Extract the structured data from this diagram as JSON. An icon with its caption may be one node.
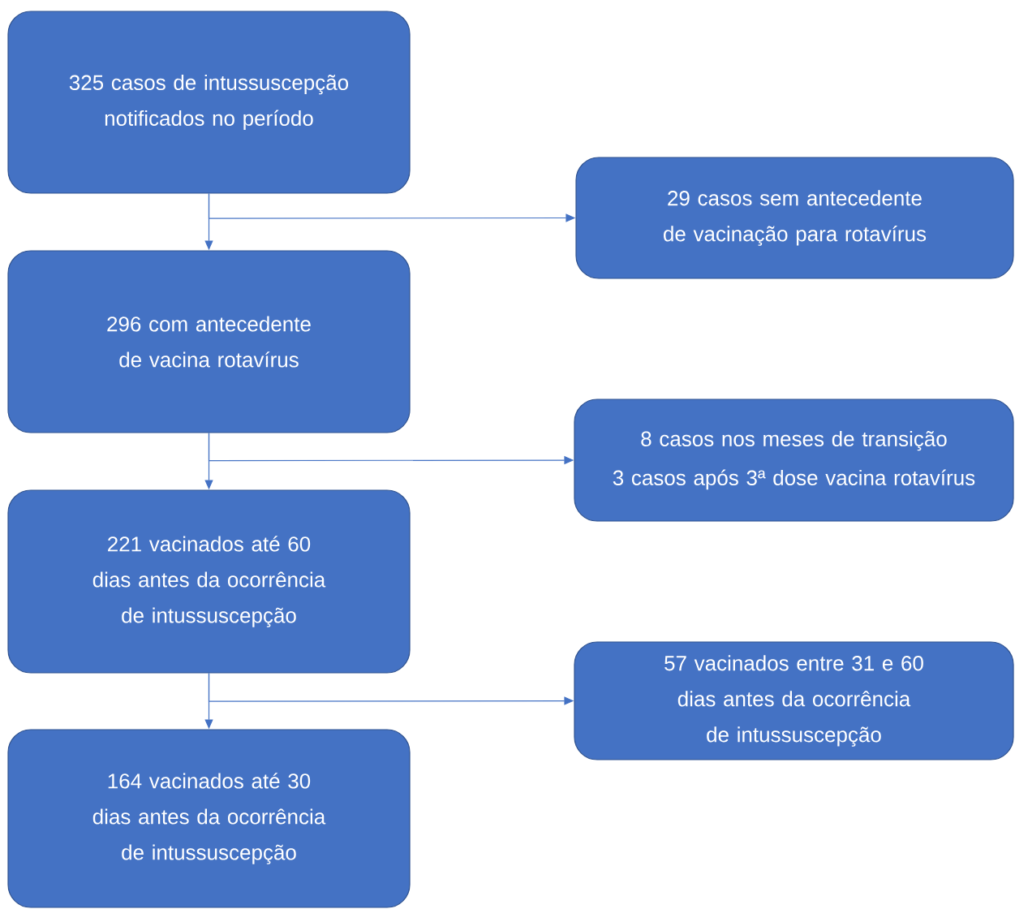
{
  "diagram": {
    "nodes": [
      {
        "text": [
          "325 casos de intussuscepção notificados no período"
        ]
      },
      {
        "text": [
          "29 casos sem antecedente de vacinação para rotavírus"
        ]
      },
      {
        "text": [
          "296 com antecedente de vacina rotavírus"
        ]
      },
      {
        "text": [
          "8 casos nos meses de transição",
          "3 casos após 3ª dose vacina rotavírus"
        ]
      },
      {
        "text": [
          "221 vacinados até 60 dias antes da ocorrência de intussuscepção"
        ]
      },
      {
        "text": [
          "57 vacinados entre 31 e 60 dias antes da ocorrência de intussuscepção"
        ]
      },
      {
        "text": [
          "164 vacinados até 30 dias antes da ocorrência de intussuscepção"
        ]
      }
    ],
    "edges": [
      {
        "from": 0,
        "to": 2,
        "arrow": "to"
      },
      {
        "from": 0,
        "to": 1,
        "arrow": "to"
      },
      {
        "from": 2,
        "to": 4,
        "arrow": "to"
      },
      {
        "from": 2,
        "to": 3,
        "arrow": "to"
      },
      {
        "from": 4,
        "to": 6,
        "arrow": "to"
      },
      {
        "from": 4,
        "to": 5,
        "arrow": "to"
      }
    ]
  }
}
